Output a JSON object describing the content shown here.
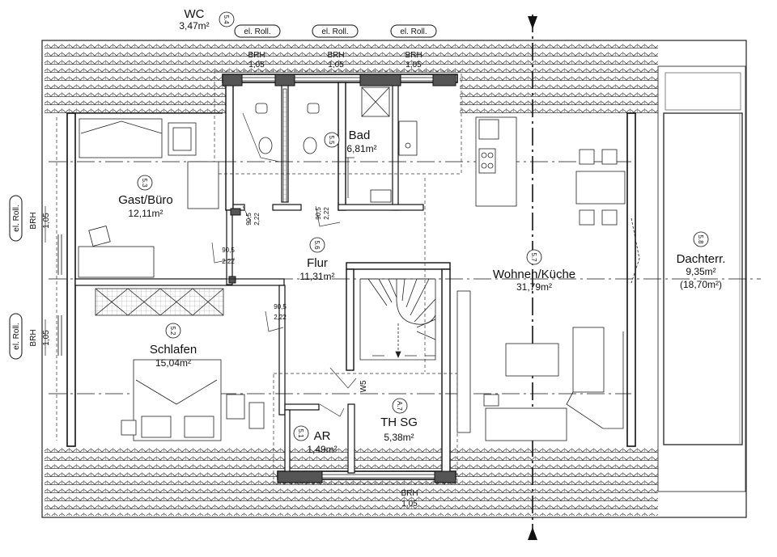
{
  "rooms": [
    {
      "id": "wc",
      "number": "5.4",
      "name": "WC",
      "area": "3,47m²"
    },
    {
      "id": "bad",
      "number": "5.5",
      "name": "Bad",
      "area": "6,81m²"
    },
    {
      "id": "gast",
      "number": "5.3",
      "name": "Gast/Büro",
      "area": "12,11m²"
    },
    {
      "id": "flur",
      "number": "5.6",
      "name": "Flur",
      "area": "11,31m²"
    },
    {
      "id": "wohnen",
      "number": "5.7",
      "name": "Wohnen/Küche",
      "area": "31,79m²"
    },
    {
      "id": "dachterr",
      "number": "5.8",
      "name": "Dachterr.",
      "area": "9,35m²",
      "area2": "(18,70m²)"
    },
    {
      "id": "schlafen",
      "number": "5.2",
      "name": "Schlafen",
      "area": "15,04m²"
    },
    {
      "id": "ar",
      "number": "5.1",
      "name": "AR",
      "area": "1,49m²"
    },
    {
      "id": "thsg",
      "number": "A.7",
      "name": "TH SG",
      "area": "5,38m²"
    }
  ],
  "roll_label": "el. Roll.",
  "brh": {
    "label": "BRH",
    "value": "1,05"
  },
  "doors": {
    "top": "90,5",
    "bottom": "2,22"
  },
  "stair_label": "W5",
  "colors": {
    "line": "#111111",
    "wall": "#ffffff",
    "column": "#555555",
    "roof_line": "#444444"
  }
}
